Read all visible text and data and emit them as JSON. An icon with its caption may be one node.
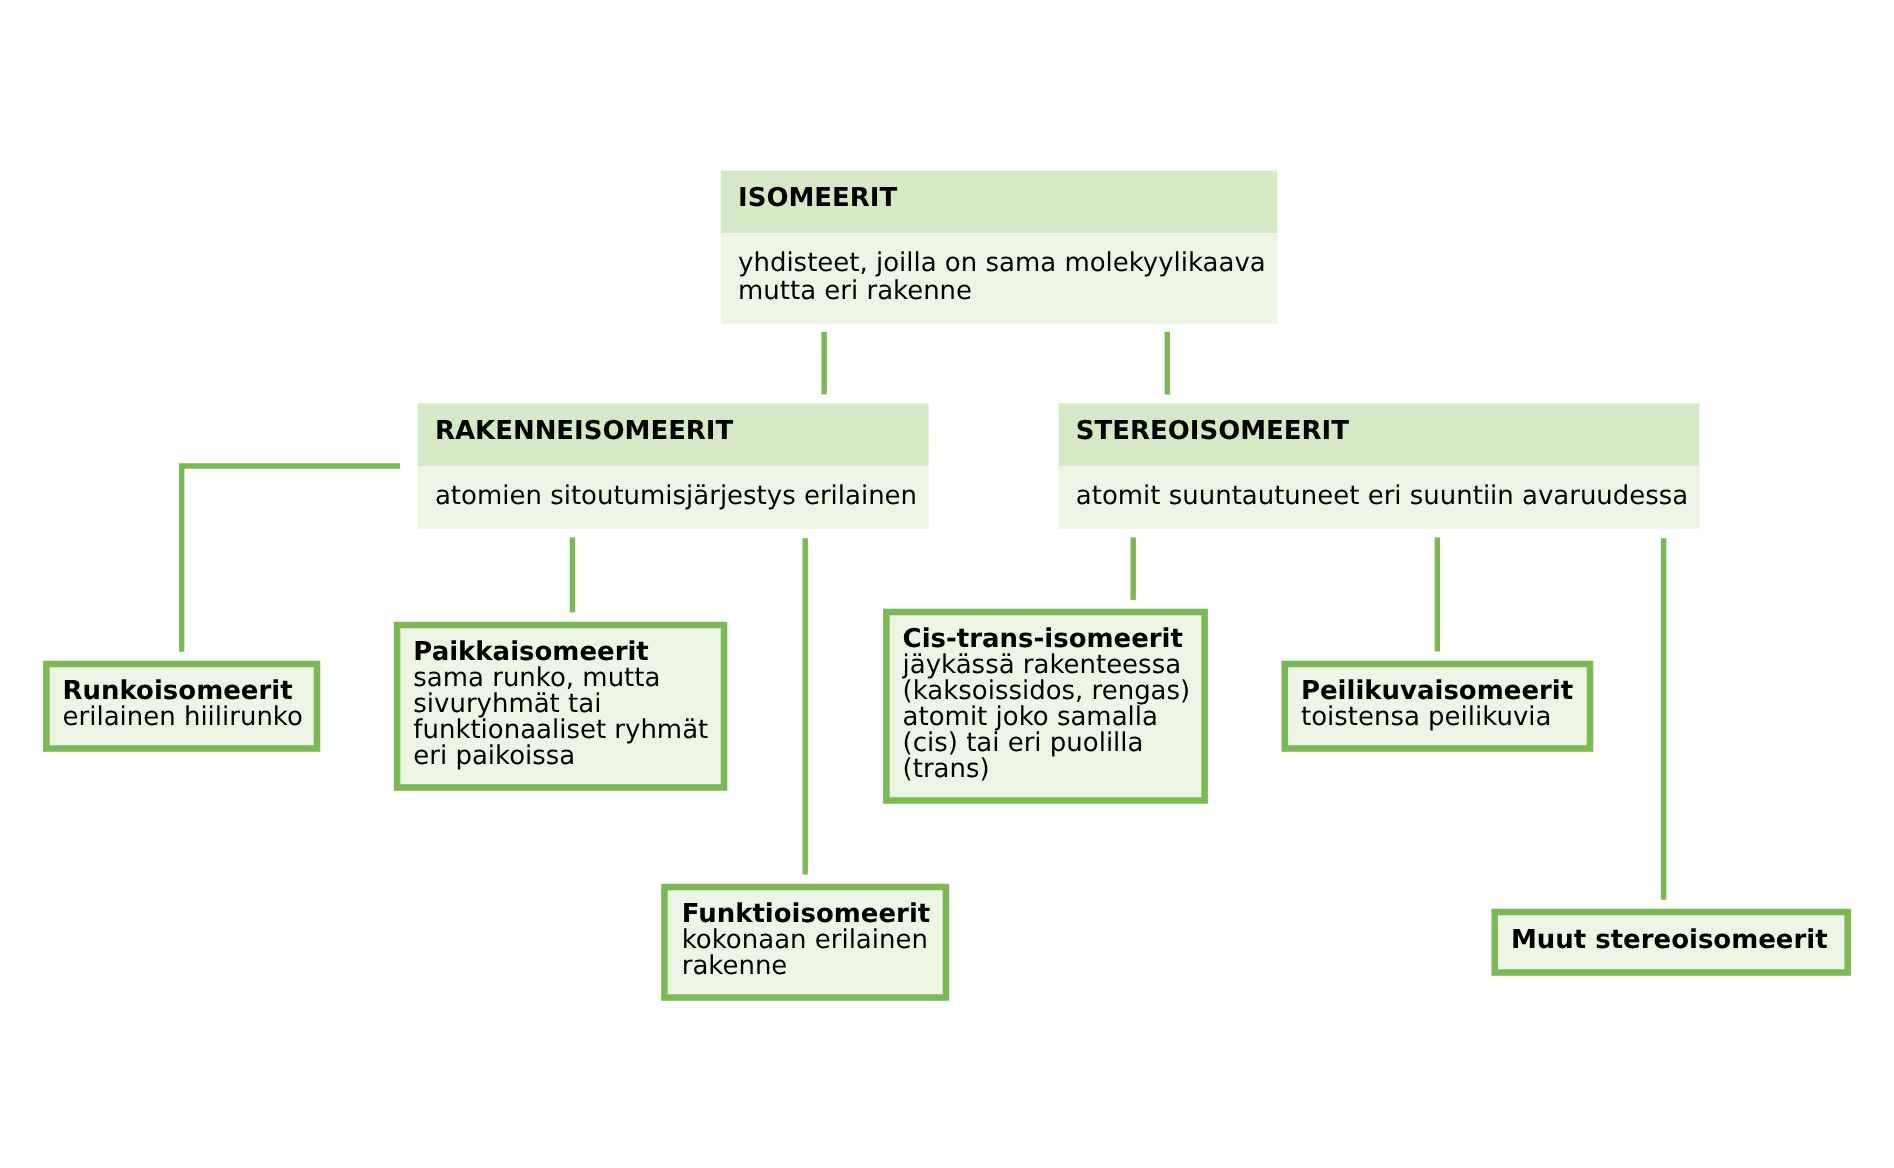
{
  "diagram": {
    "nodes": [
      {
        "text": [
          "ISOMEERIT",
          "yhdisteet, joilla on sama molekyylikaava mutta eri rakenne"
        ]
      },
      {
        "text": [
          "RAKENNEISOMEERIT",
          "atomien sitoutumisjärjestys erilainen"
        ]
      },
      {
        "text": [
          "STEREOISOMEERIT",
          "atomit suuntautuneet eri suuntiin avaruudessa"
        ]
      },
      {
        "text": [
          "Runkoisomeerit",
          "erilainen hiilirunko"
        ]
      },
      {
        "text": [
          "Paikkaisomeerit",
          "sama runko, mutta sivuryhmät tai funktionaaliset ryhmät eri paikoissa"
        ]
      },
      {
        "text": [
          "Funktioisomeerit",
          "kokonaan erilainen rakenne"
        ]
      },
      {
        "text": [
          "Cis-trans-isomeerit",
          "jäykässä rakenteessa (kaksoissidos, rengas) atomit joko samalla (cis) tai eri puolilla (trans)"
        ]
      },
      {
        "text": [
          "Peilikuvaisomeerit",
          "toistensa peilikuvia"
        ]
      },
      {
        "text": [
          "Muut stereoisomeerit"
        ]
      }
    ],
    "edges": [
      {
        "from": 0,
        "to": 1,
        "arrow": "none"
      },
      {
        "from": 0,
        "to": 2,
        "arrow": "none"
      },
      {
        "from": 1,
        "to": 3,
        "arrow": "none"
      },
      {
        "from": 1,
        "to": 5,
        "arrow": "none"
      },
      {
        "from": 1,
        "to": 4,
        "arrow": "none"
      },
      {
        "from": 2,
        "to": 6,
        "arrow": "none"
      },
      {
        "from": 2,
        "to": 8,
        "arrow": "none"
      },
      {
        "from": 2,
        "to": 7,
        "arrow": "none"
      }
    ]
  }
}
